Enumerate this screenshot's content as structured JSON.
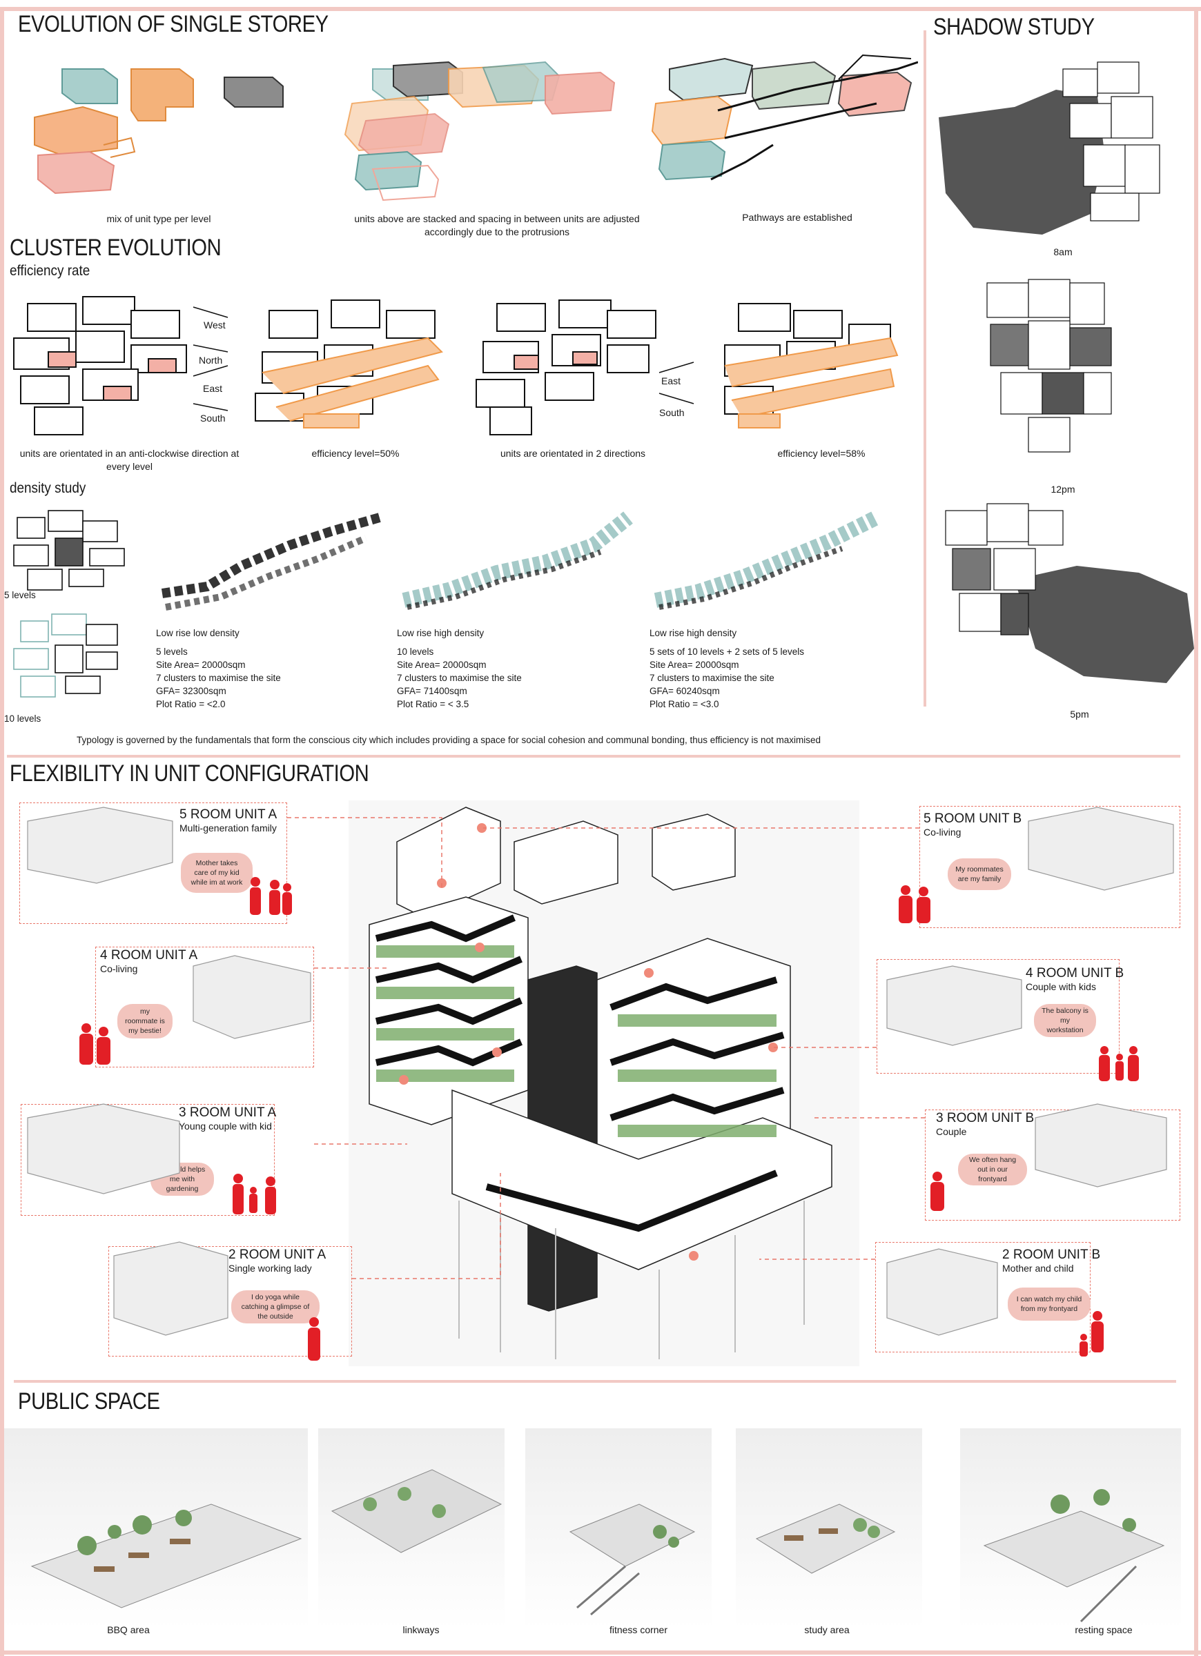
{
  "colors": {
    "accent_red": "#e21f26",
    "salmon": "#f0a79a",
    "orange": "#f09a4a",
    "teal": "#7fb3b1",
    "shadow_gray": "#555555",
    "frame_pink": "#f2c9c4"
  },
  "sections": {
    "evolution": {
      "title": "EVOLUTION OF SINGLE STOREY",
      "captions": [
        "mix of unit type per level",
        "units above are stacked and spacing in between units are adjusted accordingly due to the protrusions",
        "Pathways are established"
      ]
    },
    "cluster": {
      "title": "CLUSTER EVOLUTION",
      "efficiency_label": "efficiency rate",
      "directions_a": [
        "West",
        "North",
        "East",
        "South"
      ],
      "directions_b": [
        "East",
        "South"
      ],
      "captions": [
        "units are orientated in an anti-clockwise direction at every level",
        "efficiency level=50%",
        "units are orientated in 2 directions",
        "efficiency level=58%"
      ]
    },
    "density": {
      "label": "density study",
      "level_labels": [
        "5 levels",
        "10 levels"
      ],
      "cases": [
        {
          "title": "Low rise low density",
          "lines": [
            "5 levels",
            "Site Area= 20000sqm",
            "7 clusters to maximise the site",
            "GFA= 32300sqm",
            "Plot Ratio = <2.0"
          ]
        },
        {
          "title": "Low rise high density",
          "lines": [
            "10 levels",
            "Site Area= 20000sqm",
            "7 clusters to maximise the site",
            "GFA= 71400sqm",
            "Plot Ratio = < 3.5"
          ]
        },
        {
          "title": "Low rise high density",
          "lines": [
            "5 sets of 10 levels + 2 sets of 5 levels",
            "Site Area= 20000sqm",
            "7 clusters to maximise the site",
            "GFA= 60240sqm",
            "Plot Ratio = <3.0"
          ]
        }
      ],
      "note": "Typology is governed by the fundamentals that form the conscious city which includes providing a space for social cohesion and communal bonding, thus efficiency is not maximised"
    },
    "shadow": {
      "title": "SHADOW STUDY",
      "times": [
        "8am",
        "12pm",
        "5pm"
      ]
    },
    "flexibility": {
      "title": "FLEXIBILITY IN UNIT CONFIGURATION",
      "units": [
        {
          "name": "5 ROOM UNIT A",
          "occupant": "Multi-generation family",
          "quote": "Mother takes care of my kid while im at work"
        },
        {
          "name": "4 ROOM UNIT A",
          "occupant": "Co-living",
          "quote": "my roommate is my bestie!"
        },
        {
          "name": "3 ROOM UNIT A",
          "occupant": "Young couple with kid",
          "quote": "My child helps me with gardening"
        },
        {
          "name": "2 ROOM UNIT A",
          "occupant": "Single working lady",
          "quote": "I do yoga while catching a glimpse of the outside"
        },
        {
          "name": "5 ROOM UNIT B",
          "occupant": "Co-living",
          "quote": "My roommates are my family"
        },
        {
          "name": "4 ROOM UNIT B",
          "occupant": "Couple with kids",
          "quote": "The balcony is my workstation"
        },
        {
          "name": "3 ROOM UNIT B",
          "occupant": "Couple",
          "quote": "We often hang out in our frontyard"
        },
        {
          "name": "2 ROOM UNIT B",
          "occupant": "Mother and child",
          "quote": "I can watch my child from my frontyard"
        }
      ]
    },
    "public_space": {
      "title": "PUBLIC SPACE",
      "spaces": [
        "BBQ area",
        "linkways",
        "fitness corner",
        "study area",
        "resting space"
      ]
    }
  }
}
